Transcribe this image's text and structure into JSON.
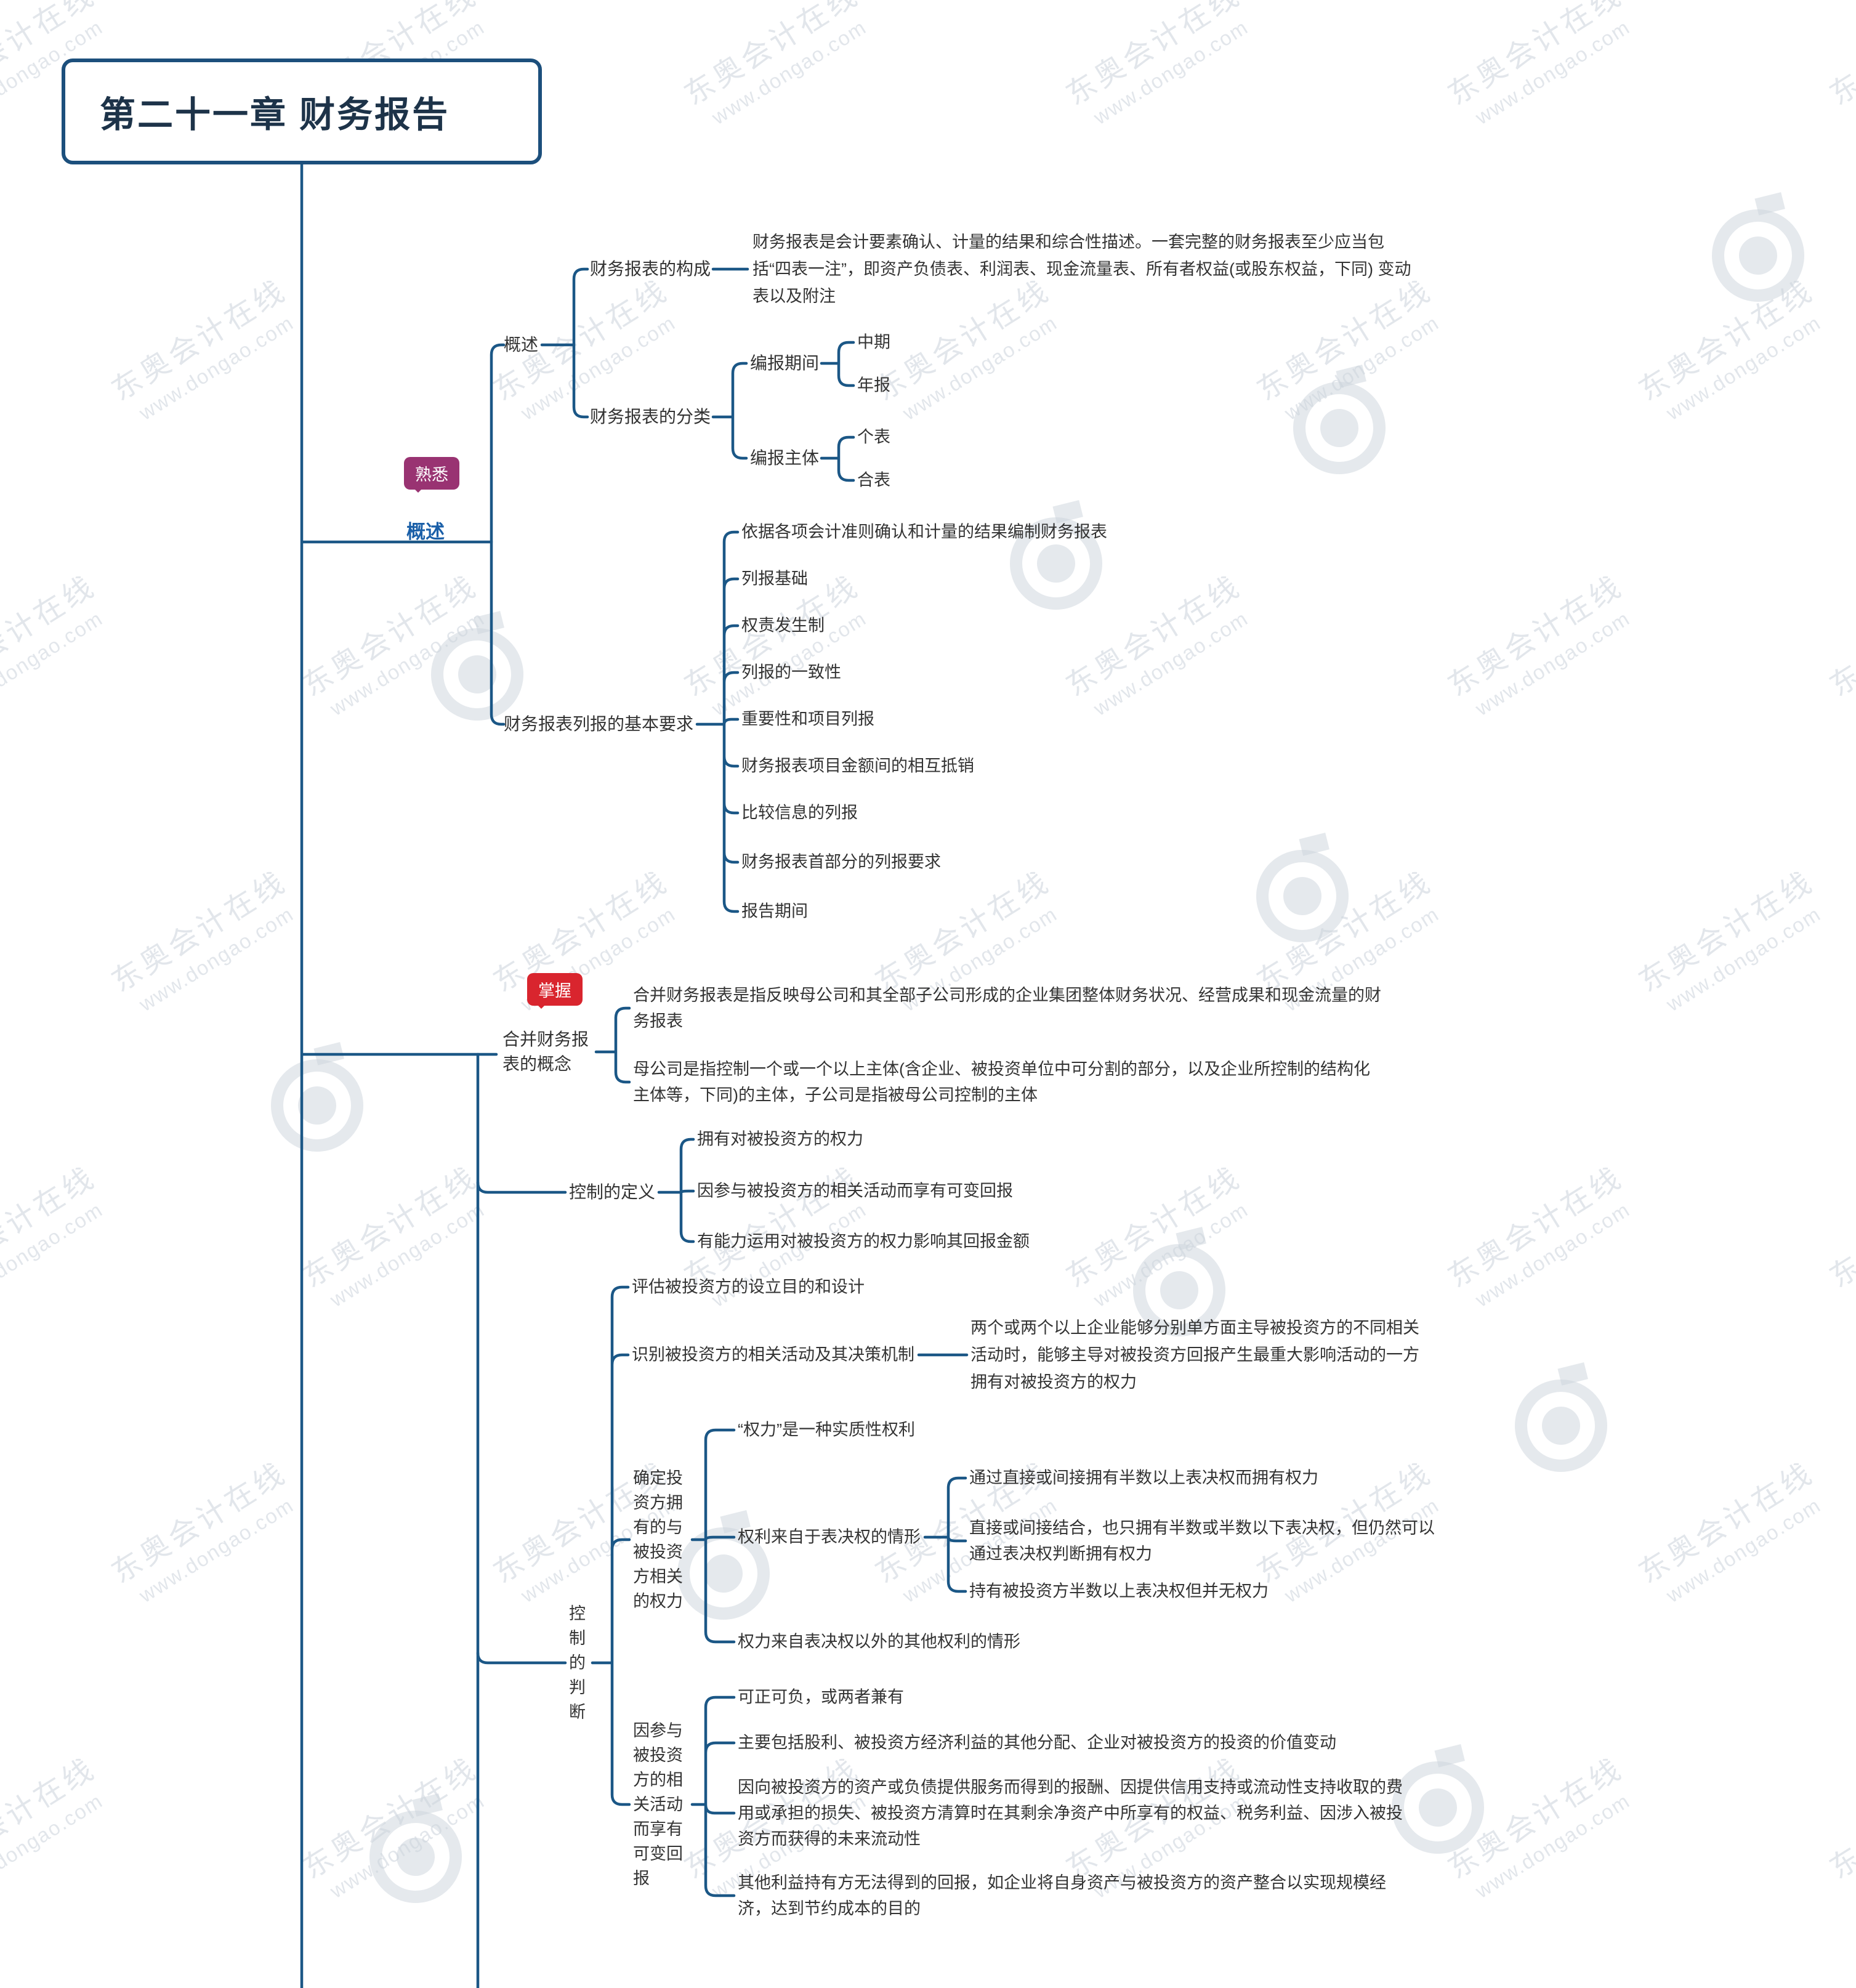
{
  "page": {
    "title": "第二十一章 财务报告"
  },
  "watermark": {
    "brand": "东奥会计在线",
    "url": "www.dongao.com"
  },
  "colors": {
    "line": "#1b5786",
    "accent_blue": "#1a5fa8",
    "badge_familiar_bg": "#993372",
    "badge_master_bg": "#d9252e",
    "text": "#333333"
  },
  "badges": {
    "familiar": "熟悉",
    "master": "掌握"
  },
  "branch1": {
    "label": "概述",
    "overview": {
      "label": "概述",
      "composition": {
        "label": "财务报表的构成",
        "desc": "财务报表是会计要素确认、计量的结果和综合性描述。一套完整的财务报表至少应当包括“四表一注”，即资产负债表、利润表、现金流量表、所有者权益(或股东权益，下同) 变动表以及附注"
      },
      "classification": {
        "label": "财务报表的分类",
        "period": {
          "label": "编报期间",
          "items": [
            "中期",
            "年报"
          ]
        },
        "entity": {
          "label": "编报主体",
          "items": [
            "个表",
            "合表"
          ]
        }
      }
    },
    "requirements": {
      "label": "财务报表列报的基本要求",
      "items": [
        "依据各项会计准则确认和计量的结果编制财务报表",
        "列报基础",
        "权责发生制",
        "列报的一致性",
        "重要性和项目列报",
        "财务报表项目金额间的相互抵销",
        "比较信息的列报",
        "财务报表首部分的列报要求",
        "报告期间"
      ]
    }
  },
  "branch2": {
    "label": "合并财务报表的概念",
    "definitions": [
      "合并财务报表是指反映母公司和其全部子公司形成的企业集团整体财务状况、经营成果和现金流量的财务报表",
      "母公司是指控制一个或一个以上主体(含企业、被投资单位中可分割的部分，以及企业所控制的结构化主体等，下同)的主体，子公司是指被母公司控制的主体"
    ],
    "control_definition": {
      "label": "控制的定义",
      "items": [
        "拥有对被投资方的权力",
        "因参与被投资方的相关活动而享有可变回报",
        "有能力运用对被投资方的权力影响其回报金额"
      ]
    },
    "control_judgment": {
      "label": "控制的判断",
      "evaluate": "评估被投资方的设立目的和设计",
      "identify": {
        "label": "识别被投资方的相关活动及其决策机制",
        "desc": "两个或两个以上企业能够分别单方面主导被投资方的不同相关活动时，能够主导对被投资方回报产生最重大影响活动的一方拥有对被投资方的权力"
      },
      "power": {
        "label": "确定投资方拥有的与被投资方相关的权力",
        "substantive": "“权力”是一种实质性权利",
        "from_voting": {
          "label": "权利来自于表决权的情形",
          "items": [
            "通过直接或间接拥有半数以上表决权而拥有权力",
            "直接或间接结合，也只拥有半数或半数以下表决权，但仍然可以通过表决权判断拥有权力",
            "持有被投资方半数以上表决权但并无权力"
          ]
        },
        "beyond_voting": "权力来自表决权以外的其他权利的情形"
      },
      "variable_returns": {
        "label": "因参与被投资方的相关活动而享有可变回报",
        "items": [
          "可正可负，或两者兼有",
          "主要包括股利、被投资方经济利益的其他分配、企业对被投资方的投资的价值变动",
          "因向被投资方的资产或负债提供服务而得到的报酬、因提供信用支持或流动性支持收取的费用或承担的损失、被投资方清算时在其剩余净资产中所享有的权益、税务利益、因涉入被投资方而获得的未来流动性",
          "其他利益持有方无法得到的回报，如企业将自身资产与被投资方的资产整合以实现规模经济，达到节约成本的目的"
        ]
      }
    }
  }
}
